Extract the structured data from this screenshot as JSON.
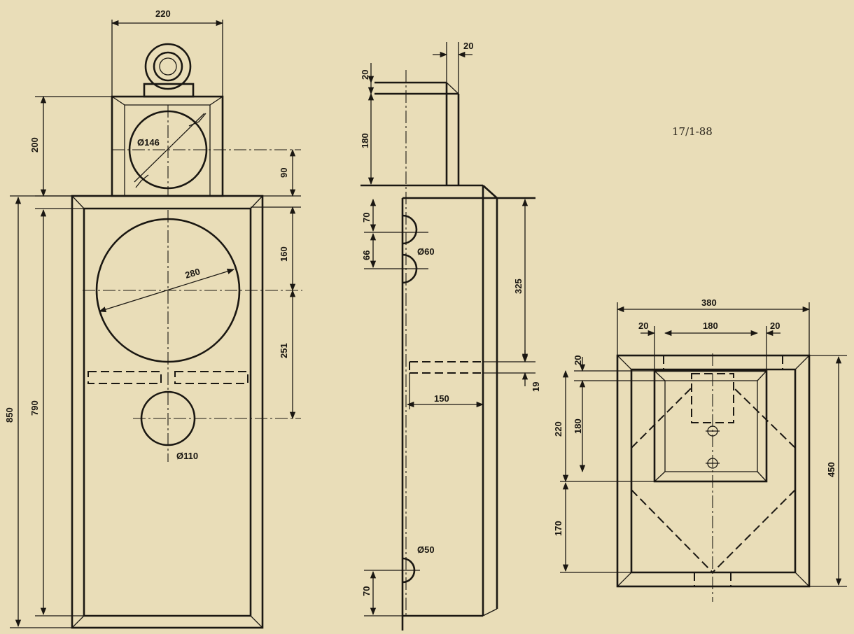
{
  "drawing_ref": "17/1-88",
  "colors": {
    "paper": "#e9ddb8",
    "ink": "#1a1712"
  },
  "front": {
    "width_top": "220",
    "top_height": "200",
    "tweeter_offset": "90",
    "tweeter_dia": "Ø146",
    "total_height": "850",
    "inner_height": "790",
    "woofer_offset": "160",
    "woofer_dia": "280",
    "woofer_to_port": "251",
    "port_dia": "Ø110"
  },
  "side": {
    "top_depth": "20",
    "top_panel": "20",
    "top_height": "180",
    "hole_offset": "70",
    "hole_spacing": "66",
    "hole_dia": "Ø60",
    "shelf_height": "325",
    "shelf_thick": "19",
    "shelf_depth": "150",
    "bottom_hole_dia": "Ø50",
    "bottom_hole_offset": "70"
  },
  "plan": {
    "width": "380",
    "left_edge": "20",
    "inner_width": "180",
    "right_edge": "20",
    "top_edge": "20",
    "height_220": "220",
    "height_180": "180",
    "height_170": "170",
    "depth": "450"
  }
}
